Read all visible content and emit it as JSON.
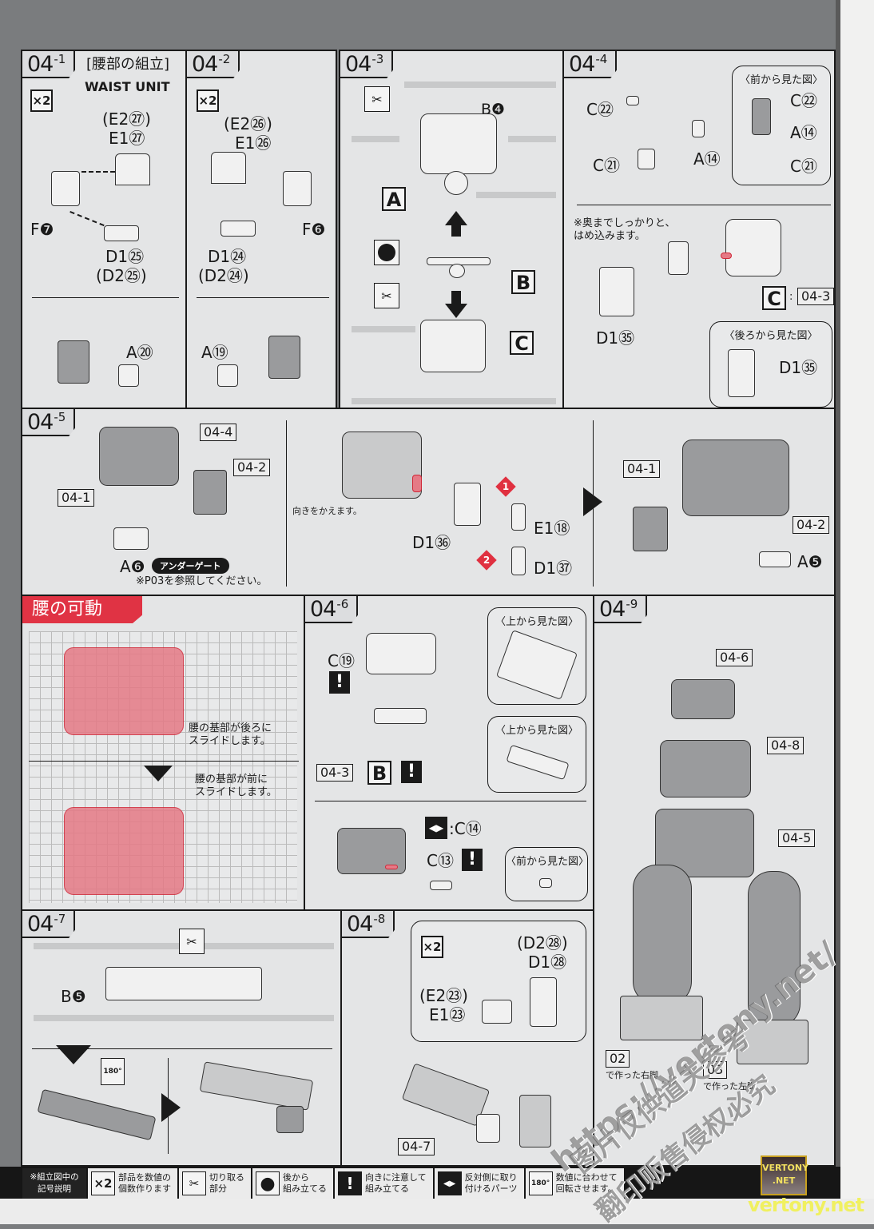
{
  "header": {
    "section_title_jp": "[腰部の組立]",
    "section_title_en": "WAIST UNIT"
  },
  "steps": {
    "s04_1": {
      "num": "04",
      "sub": "-1",
      "multiplier": "×2",
      "parts": [
        "(E2㉗)",
        "E1㉗",
        "F❼",
        "D1㉕",
        "(D2㉕)",
        "A⑳"
      ]
    },
    "s04_2": {
      "num": "04",
      "sub": "-2",
      "multiplier": "×2",
      "parts": [
        "(E2㉖)",
        "E1㉖",
        "F❻",
        "D1㉔",
        "(D2㉔)",
        "A⑲"
      ]
    },
    "s04_3": {
      "num": "04",
      "sub": "-3",
      "parts": [
        "B❹"
      ],
      "runner_labels": [
        "A",
        "B",
        "C"
      ]
    },
    "s04_4": {
      "num": "04",
      "sub": "-4",
      "parts": [
        "C㉒",
        "C㉑",
        "A⑭",
        "D1㉟"
      ],
      "front_view_title": "〈前から見た図〉",
      "front_view_parts": [
        "C㉒",
        "A⑭",
        "C㉑"
      ],
      "note": "※奥までしっかりと、\nはめ込みます。",
      "ref_letter": "C",
      "ref_step": "04-3",
      "back_view_title": "〈後ろから見た図〉",
      "back_view_part": "D1㉟"
    },
    "s04_5": {
      "num": "04",
      "sub": "-5",
      "refs": [
        "04-4",
        "04-2",
        "04-1"
      ],
      "part_a": "A❻",
      "undergate_badge": "アンダーゲート",
      "undergate_note": "※P03を参照してください。",
      "turn_note": "向きをかえます。",
      "parts_mid": [
        "D1㊱",
        "E1⑱",
        "D1㊲"
      ],
      "order_marks": [
        "1",
        "2"
      ],
      "refs_right": [
        "04-1",
        "04-2"
      ],
      "part_right": "A❺"
    },
    "waist_motion": {
      "title": "腰の可動",
      "caption_back": "腰の基部が後ろに\nスライドします。",
      "caption_front": "腰の基部が前に\nスライドします。"
    },
    "s04_6": {
      "num": "04",
      "sub": "-6",
      "part_c19": "C⑲",
      "top_view_title_1": "〈上から見た図〉",
      "top_view_title_2": "〈上から見た図〉",
      "ref_step": "04-3",
      "ref_letter": "B",
      "mirror_part": ":C⑭",
      "part_c13": "C⑬",
      "front_view_title": "〈前から見た図〉"
    },
    "s04_7": {
      "num": "04",
      "sub": "-7",
      "part": "B❺",
      "rotate_label": "180°"
    },
    "s04_8": {
      "num": "04",
      "sub": "-8",
      "multiplier": "×2",
      "parts": [
        "(D2㉘)",
        "D1㉘",
        "(E2㉓)",
        "E1㉓"
      ],
      "ref": "04-7"
    },
    "s04_9": {
      "num": "04",
      "sub": "-9",
      "refs": [
        "04-6",
        "04-8",
        "04-5"
      ],
      "right_leg_ref": "02",
      "right_leg_caption": "で作った右脚",
      "left_leg_ref": "03",
      "left_leg_caption": "で作った左脚"
    }
  },
  "legend": {
    "heading": "※組立図中の\n記号説明",
    "items": [
      {
        "icon": "x2-icon",
        "glyph": "×2",
        "text": "部品を数値の\n個数作ります"
      },
      {
        "icon": "nippers-icon",
        "glyph": "✂",
        "text": "切り取る\n部分"
      },
      {
        "icon": "assemble-later-icon",
        "glyph": "●",
        "text": "後から\n組み立てる"
      },
      {
        "icon": "caution-icon",
        "glyph": "!",
        "text": "向きに注意して\n組み立てる"
      },
      {
        "icon": "mirror-part-icon",
        "glyph": "◀▶",
        "text": "反対側に取り\n付けるパーツ"
      },
      {
        "icon": "rotate-icon",
        "glyph": "180°",
        "text": "数値に合わせて\n回転させます。"
      }
    ]
  },
  "watermark": {
    "url": "https://vertony.net/",
    "cn_line1": "图片仅供道夫参考",
    "cn_line2": "翻印贩售侵权必究",
    "logo_line1": "VERTONY",
    "logo_line2": ".NET",
    "site": "vertony.net"
  },
  "colors": {
    "accent_red": "#e03344",
    "panel_bg": "#e4e5e6",
    "frame_gray": "#7a7c7e",
    "watermark_yellow": "#f0f060"
  }
}
